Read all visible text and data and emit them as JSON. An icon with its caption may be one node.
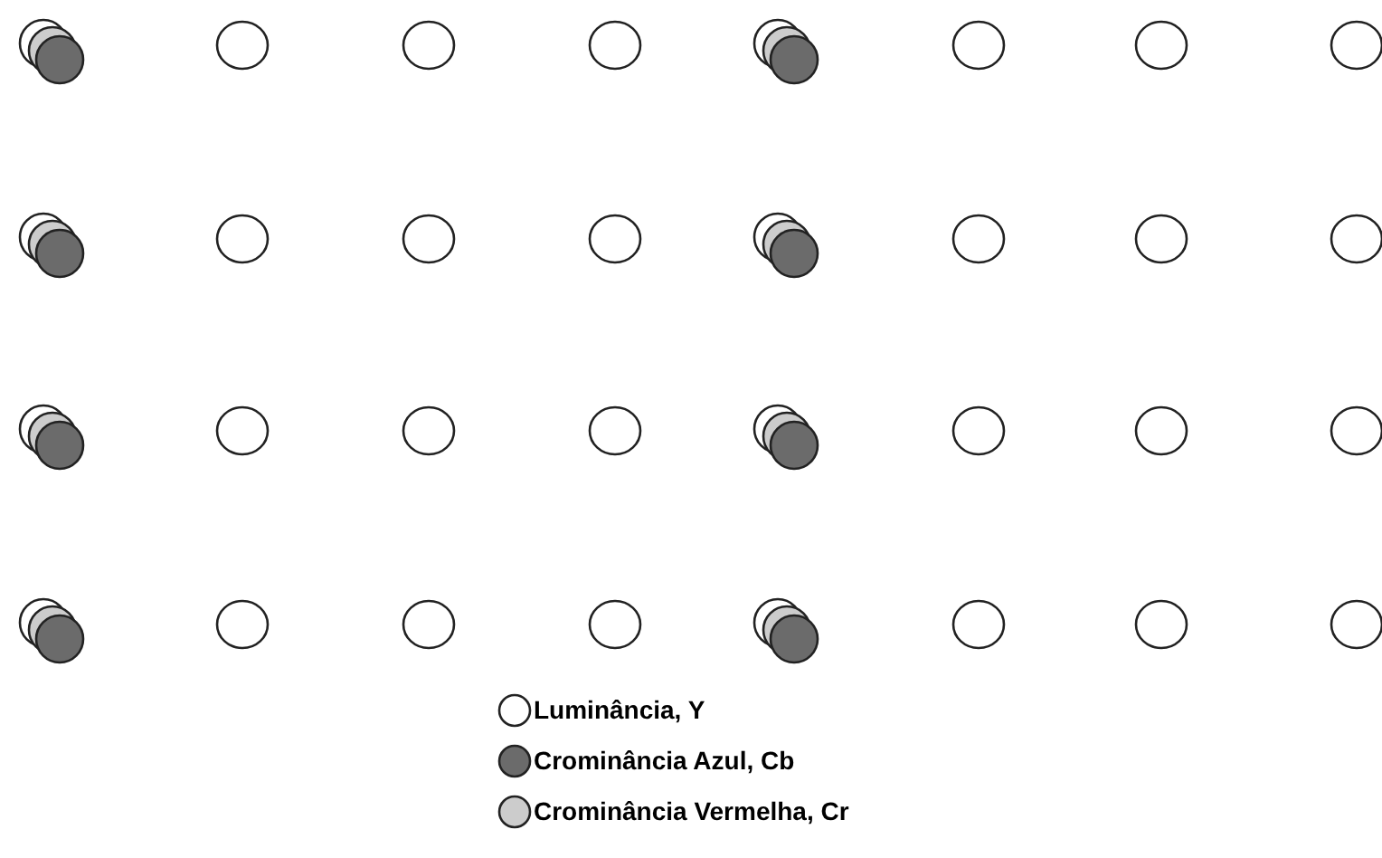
{
  "diagram": {
    "legend": [
      {
        "text": "Luminância, Y"
      },
      {
        "text": "Crominância Azul, Cb",
        "color": "#6b6b6b"
      },
      {
        "text": "Crominância Vermelha, Cr",
        "color": "#cccccc"
      }
    ]
  }
}
